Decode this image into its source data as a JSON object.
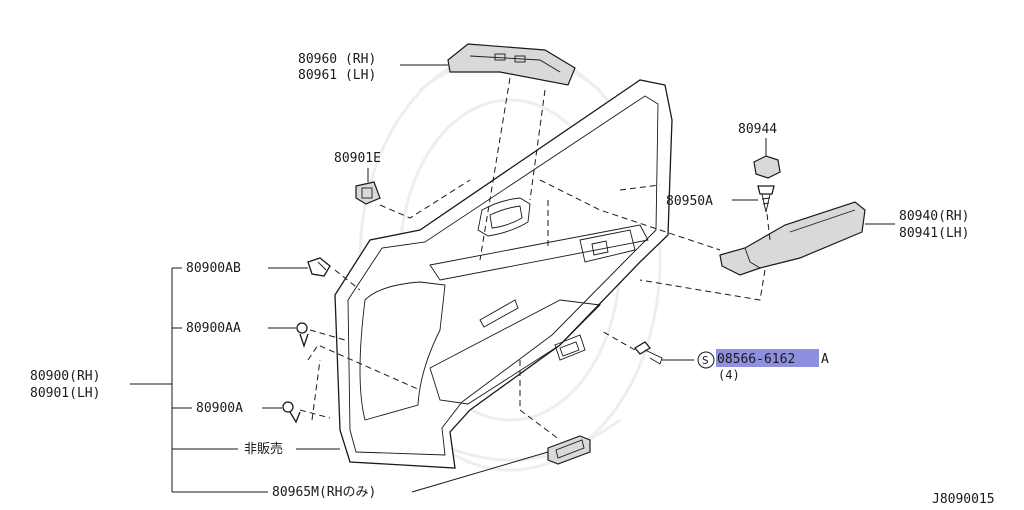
{
  "diagram": {
    "labels": {
      "handle_cover_rh": "80960 (RH)",
      "handle_cover_lh": "80961 (LH)",
      "clip_80901e": "80901E",
      "clip_80944": "80944",
      "screw_80950a": "80950A",
      "armrest_rh": "80940(RH)",
      "armrest_lh": "80941(LH)",
      "clip_80900ab": "80900AB",
      "clip_80900aa": "80900AA",
      "clip_80900a": "80900A",
      "door_trim_rh": "80900(RH)",
      "door_trim_lh": "80901(LH)",
      "not_for_sale": "非販売",
      "pocket_80965m": "80965M(RHのみ)",
      "screw_symbol": "S",
      "screw_part_highlighted": "08566-6162",
      "screw_part_suffix": "A",
      "screw_quantity": "(4)",
      "figure_code": "J8090015"
    },
    "colors": {
      "line": "#1a1a1a",
      "highlight": "#8f8fe0",
      "part_fill": "#d9d9d9",
      "watermark": "#eeeeee"
    }
  }
}
